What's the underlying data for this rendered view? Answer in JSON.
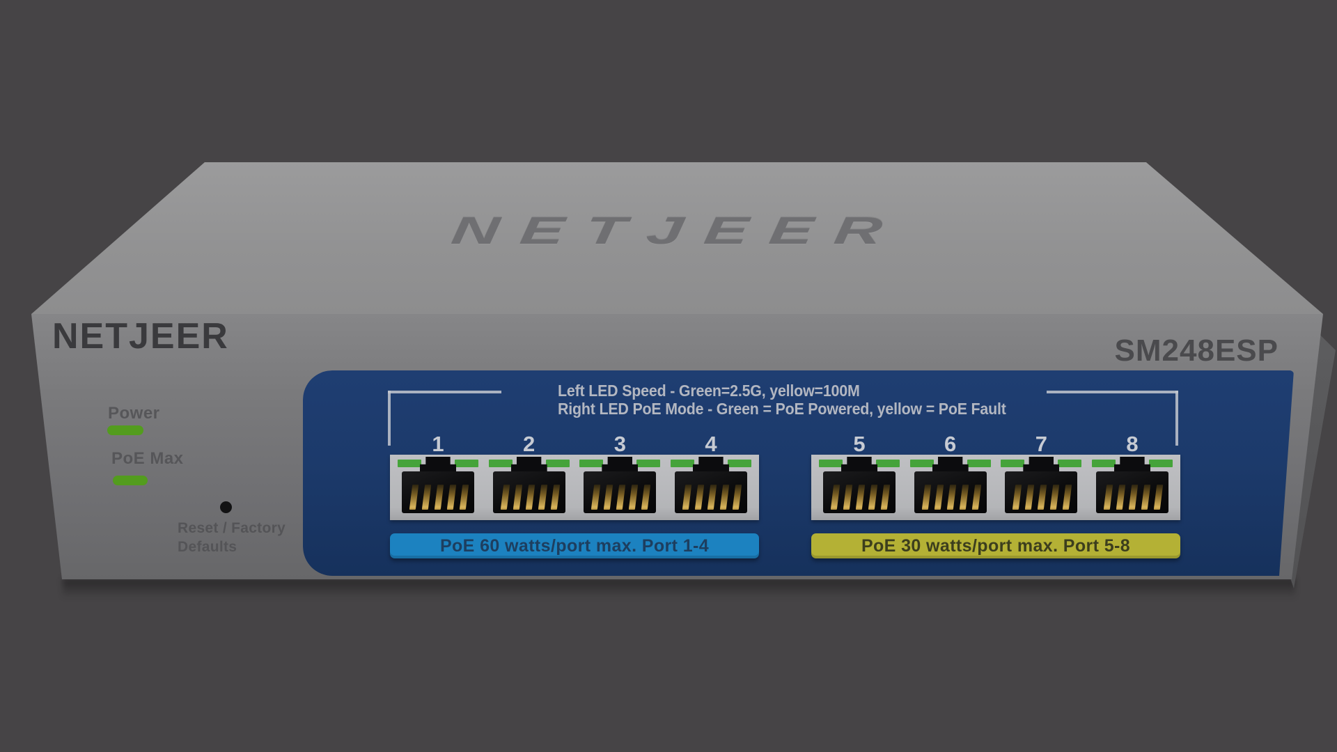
{
  "background": {
    "color": "#464446"
  },
  "device": {
    "top_face": {
      "logo": "NETJEER"
    },
    "front_face": {
      "logo": "NETJEER",
      "model": "SM248ESP",
      "power_label": "Power",
      "poe_max_label": "PoE Max",
      "reset_line1": "Reset / Factory",
      "reset_line2": "Defaults"
    },
    "panel": {
      "legend_line1": "Left LED Speed - Green=2.5G, yellow=100M",
      "legend_line2": "Right LED PoE Mode - Green = PoE Powered, yellow = PoE Fault",
      "port_numbers": [
        "1",
        "2",
        "3",
        "4",
        "5",
        "6",
        "7",
        "8"
      ],
      "banner_left": "PoE 60 watts/port max. Port 1-4",
      "banner_right": "PoE 30 watts/port max. Port 5-8"
    },
    "colors": {
      "panel_blue": "#1c3a6b",
      "status_led_green": "#539c1e",
      "port_led_green": "#45a33a",
      "banner_blue": "#1c82c0",
      "banner_yellow": "#b4b135",
      "chassis_top": "#929293",
      "chassis_front": "#76767a"
    }
  }
}
